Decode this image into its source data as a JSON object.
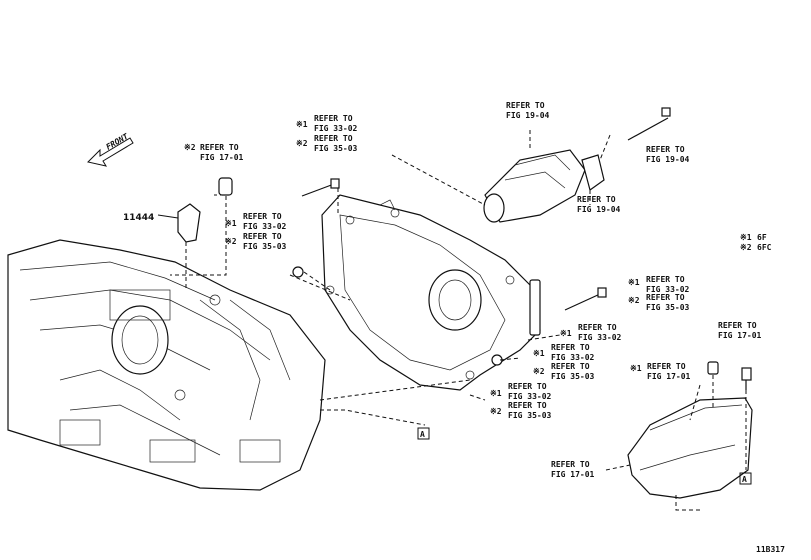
{
  "diagram_id": "11B317",
  "front_label": "FRONT",
  "part_number": "11444",
  "legend": [
    {
      "mark": "※1",
      "code": "6F"
    },
    {
      "mark": "※2",
      "code": "6FC"
    }
  ],
  "refs": {
    "r1": {
      "mark": "※2",
      "line1": "REFER TO",
      "line2": "FIG 17-01"
    },
    "r2": {
      "mark": "※1",
      "line1": "REFER TO",
      "line2": "FIG 33-02"
    },
    "r3": {
      "mark": "※2",
      "line1": "REFER TO",
      "line2": "FIG 35-03"
    },
    "r4": {
      "mark": "",
      "line1": "REFER TO",
      "line2": "FIG 19-04"
    },
    "r5": {
      "mark": "",
      "line1": "REFER TO",
      "line2": "FIG 19-04"
    },
    "r6": {
      "mark": "",
      "line1": "REFER TO",
      "line2": "FIG 19-04"
    },
    "r7": {
      "mark": "※1",
      "line1": "REFER TO",
      "line2": "FIG 33-02"
    },
    "r8": {
      "mark": "※2",
      "line1": "REFER TO",
      "line2": "FIG 35-03"
    },
    "r9": {
      "mark": "※1",
      "line1": "REFER TO",
      "line2": "FIG 33-02"
    },
    "r10": {
      "mark": "※2",
      "line1": "REFER TO",
      "line2": "FIG 35-03"
    },
    "r11": {
      "mark": "※1",
      "line1": "REFER TO",
      "line2": "FIG 33-02"
    },
    "r12": {
      "mark": "※1",
      "line1": "REFER TO",
      "line2": "FIG 33-02"
    },
    "r13": {
      "mark": "※2",
      "line1": "REFER TO",
      "line2": "FIG 35-03"
    },
    "r14": {
      "mark": "※1",
      "line1": "REFER TO",
      "line2": "FIG 33-02"
    },
    "r15": {
      "mark": "※2",
      "line1": "REFER TO",
      "line2": "FIG 35-03"
    },
    "r16": {
      "mark": "※1",
      "line1": "REFER TO",
      "line2": "FIG 17-01"
    },
    "r17": {
      "mark": "",
      "line1": "REFER TO",
      "line2": "FIG 17-01"
    },
    "r18": {
      "mark": "",
      "line1": "REFER TO",
      "line2": "FIG 17-01"
    }
  },
  "callout_a": "A"
}
